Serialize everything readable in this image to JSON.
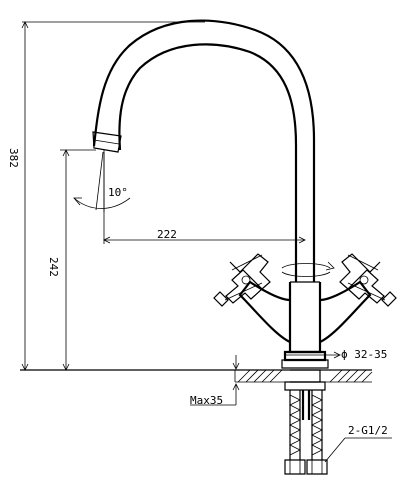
{
  "dimensions": {
    "overall_height": "382",
    "spout_height": "242",
    "spout_reach": "222",
    "swivel_angle": "10°",
    "base_diameter": "ϕ 32-35",
    "max_thickness": "Max35",
    "connection": "2-G1/2"
  }
}
